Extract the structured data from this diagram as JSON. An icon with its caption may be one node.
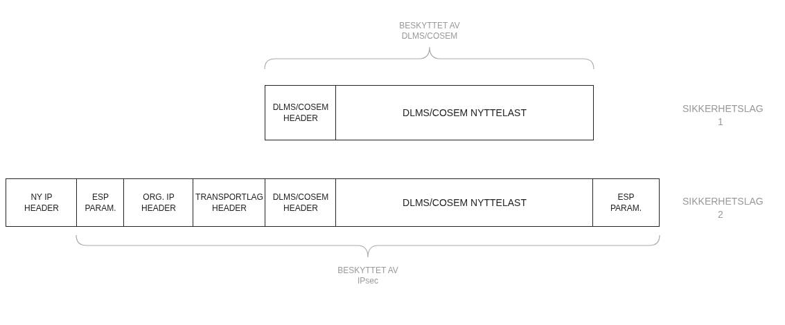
{
  "diagram": {
    "nodes": [
      {
        "text": [
          "DLMS/COSEM HEADER"
        ]
      },
      {
        "text": [
          "DLMS/COSEM NYTTELAST"
        ]
      },
      {
        "text": [
          "NY IP HEADER"
        ]
      },
      {
        "text": [
          "ESP PARAM."
        ]
      },
      {
        "text": [
          "ORG. IP HEADER"
        ]
      },
      {
        "text": [
          "TRANSPORTLAG HEADER"
        ]
      },
      {
        "text": [
          "DLMS/COSEM HEADER"
        ]
      },
      {
        "text": [
          "DLMS/COSEM NYTTELAST"
        ]
      },
      {
        "text": [
          "ESP PARAM."
        ]
      }
    ],
    "edges": [],
    "labels": [
      "BESKYTTET AV DLMS/COSEM",
      "SIKKERHETSLAG 1",
      "SIKKERHETSLAG 2",
      "BESKYTTET AV IPsec"
    ]
  }
}
